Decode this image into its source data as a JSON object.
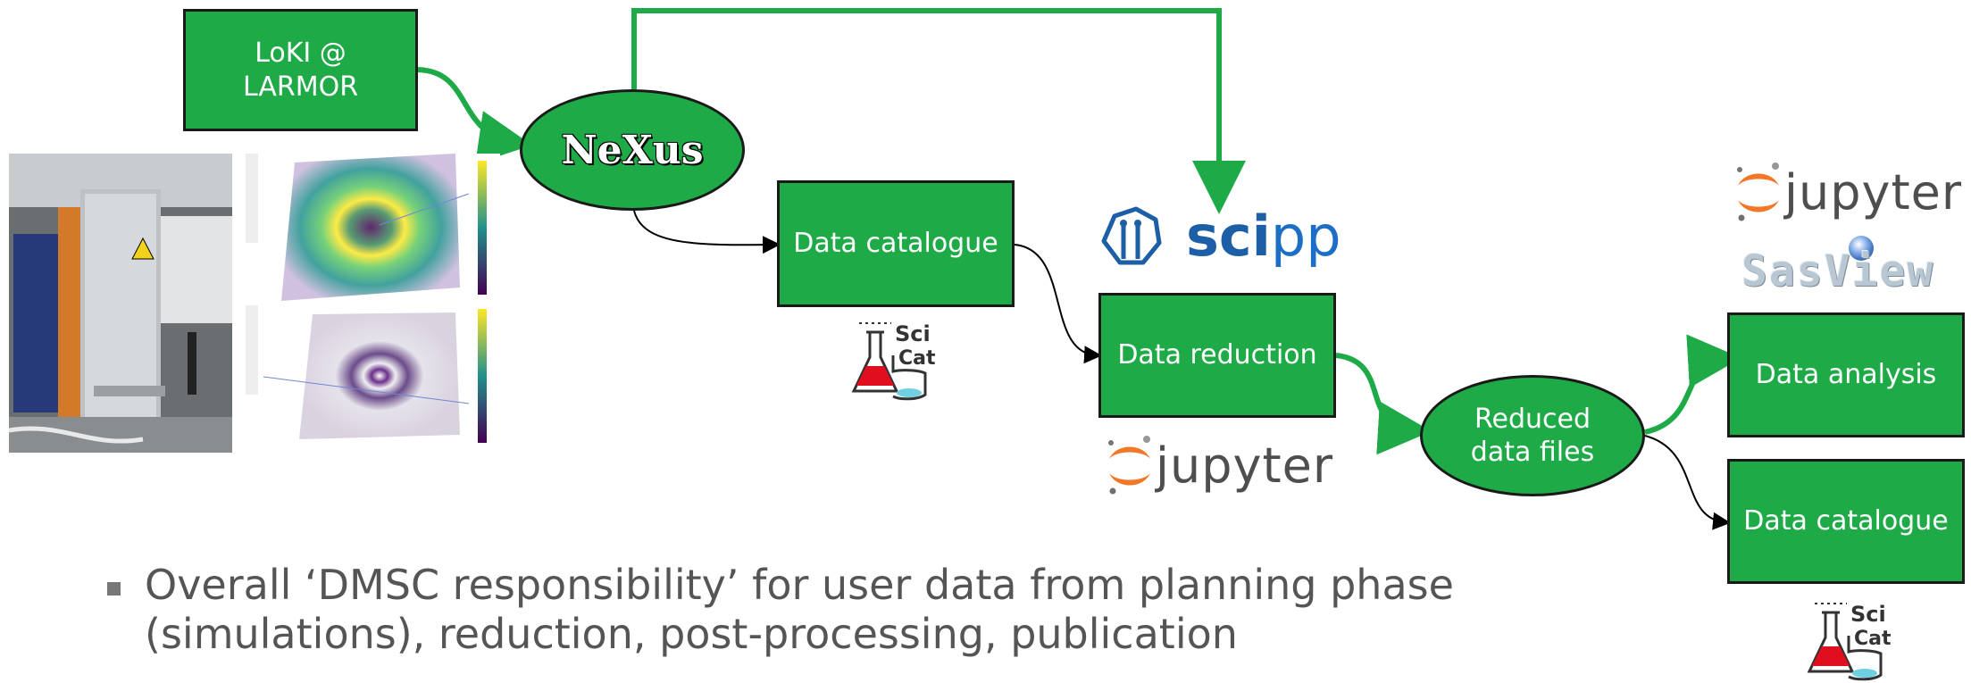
{
  "boxes": {
    "loki": "LoKI @\nLARMOR",
    "data_catalogue_1": "Data catalogue",
    "data_reduction": "Data reduction",
    "data_analysis": "Data analysis",
    "data_catalogue_2": "Data catalogue"
  },
  "ellipses": {
    "nexus": "NeXus",
    "reduced": "Reduced\ndata files"
  },
  "logos": {
    "scipp_sci": "sci",
    "scipp_pp": "pp",
    "jupyter": "jupyter",
    "sasview": "SasView",
    "scicat_top": "Sci",
    "scicat_bottom": "Cat"
  },
  "bullet": {
    "text": "Overall ‘DMSC responsibility’ for user data from planning phase (simulations), reduction, post-processing, publication"
  },
  "colors": {
    "green": "#1eaa47",
    "border": "#1a1a1a",
    "jupyter_orange": "#f37726",
    "scipp_blue": "#1d5fa6"
  }
}
